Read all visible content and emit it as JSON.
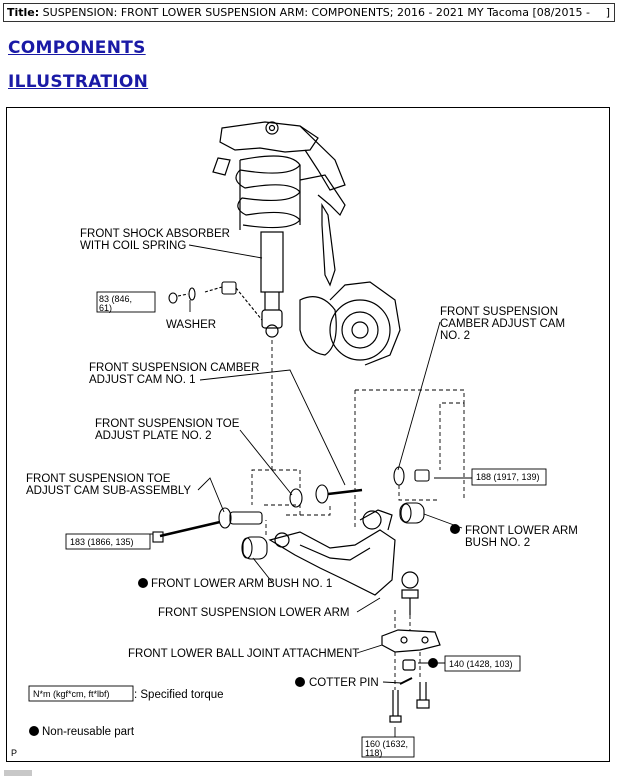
{
  "title_bar": {
    "prefix": "Title:",
    "text": " SUSPENSION: FRONT LOWER SUSPENSION ARM: COMPONENTS; 2016 - 2021 MY Tacoma [08/2015 -",
    "suffix": "]"
  },
  "headings": {
    "components": "COMPONENTS",
    "illustration": "ILLUSTRATION"
  },
  "diagram": {
    "labels": {
      "shock_line1": "FRONT SHOCK ABSORBER",
      "shock_line2": "WITH COIL SPRING",
      "washer": "WASHER",
      "camber_cam_no2_line1": "FRONT SUSPENSION",
      "camber_cam_no2_line2": "CAMBER ADJUST CAM",
      "camber_cam_no2_line3": "NO. 2",
      "camber_cam_no1_line1": "FRONT SUSPENSION CAMBER",
      "camber_cam_no1_line2": "ADJUST CAM NO. 1",
      "toe_plate_line1": "FRONT SUSPENSION TOE",
      "toe_plate_line2": "ADJUST PLATE NO. 2",
      "toe_cam_line1": "FRONT SUSPENSION TOE",
      "toe_cam_line2": "ADJUST CAM SUB-ASSEMBLY",
      "bush_no2_line1": "FRONT LOWER ARM",
      "bush_no2_line2": "BUSH NO. 2",
      "bush_no1": "FRONT LOWER ARM BUSH NO. 1",
      "lower_arm": "FRONT SUSPENSION LOWER ARM",
      "ball_joint": "FRONT LOWER BALL JOINT ATTACHMENT",
      "cotter_pin": "COTTER PIN",
      "legend_torque_box": "N*m (kgf*cm, ft*lbf)",
      "legend_torque_text": ": Specified torque",
      "legend_nonreusable": "Non-reusable part",
      "corner_mark": "P"
    },
    "torque_values": {
      "shock": {
        "line1": "83 (846,",
        "line2": "61)"
      },
      "cam": {
        "text": "188 (1917, 139)"
      },
      "toe": {
        "text": "183 (1866, 135)"
      },
      "ball_joint": {
        "text": "140 (1428, 103)"
      },
      "bolts": {
        "line1": "160 (1632,",
        "line2": "118)"
      }
    }
  }
}
